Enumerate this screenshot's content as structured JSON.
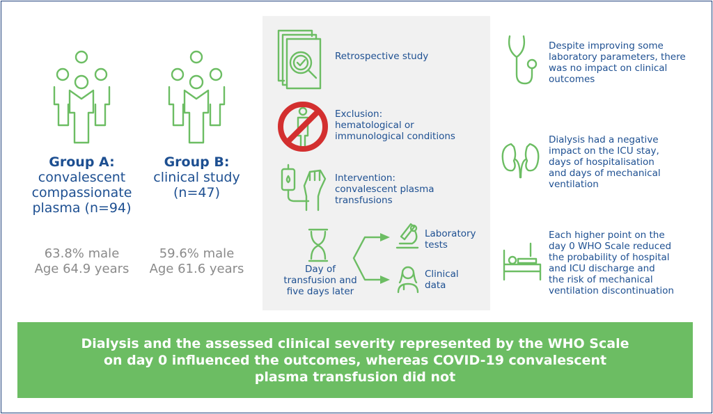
{
  "groups": [
    {
      "title": "Group A:",
      "desc_lines": [
        "convalescent",
        "compassionate",
        "plasma (n=94)"
      ],
      "male": "63.8% male",
      "age": "Age 64.9 years"
    },
    {
      "title": "Group B:",
      "desc_lines": [
        "clinical study",
        "(n=47)"
      ],
      "male": "59.6% male",
      "age": "Age 61.6 years"
    }
  ],
  "design": {
    "retrospective": "Retrospective study",
    "exclusion": [
      "Exclusion:",
      "hematological or",
      "immunological conditions"
    ],
    "intervention": [
      "Intervention:",
      "convalescent plasma",
      "transfusions"
    ],
    "timing": [
      "Day of",
      "transfusion and",
      "five days later"
    ],
    "lab": [
      "Laboratory",
      "tests"
    ],
    "clinical": [
      "Clinical",
      "data"
    ]
  },
  "findings": [
    [
      "Despite improving some",
      "laboratory parameters, there",
      "was no impact on clinical",
      "outcomes"
    ],
    [
      "Dialysis had a negative",
      "impact on the ICU stay,",
      "days of hospitalisation",
      "and days of mechanical",
      "ventilation"
    ],
    [
      "Each higher point on the",
      "day 0 WHO Scale reduced",
      "the probability of hospital",
      "and ICU discharge and",
      "the risk of mechanical",
      "ventilation discontinuation"
    ]
  ],
  "conclusion": [
    "Dialysis and the assessed clinical severity represented by the WHO Scale",
    "on day 0 influenced the outcomes, whereas COVID-19 convalescent",
    "plasma transfusion did not"
  ],
  "colors": {
    "green": "#6cbd63",
    "blue": "#1d4f91",
    "red": "#d32f2f",
    "gray": "#8a8a8a"
  }
}
